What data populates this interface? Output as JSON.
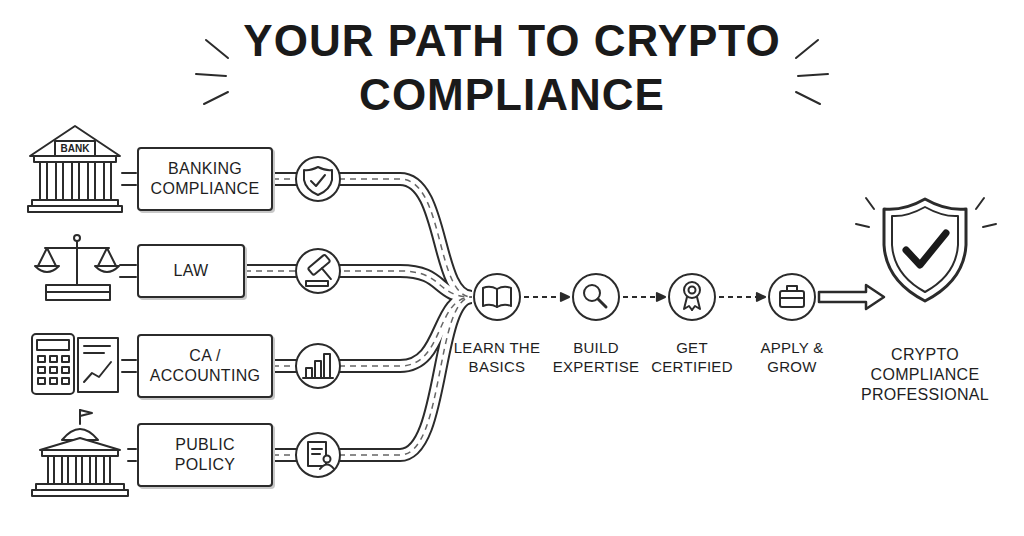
{
  "diagram": {
    "title": "YOUR PATH TO CRYPTO COMPLIANCE",
    "nodes": [
      {
        "text": [
          "BANKING COMPLIANCE"
        ]
      },
      {
        "text": [
          "LAW"
        ]
      },
      {
        "text": [
          "CA / ACCOUNTING"
        ]
      },
      {
        "text": [
          "PUBLIC POLICY"
        ]
      },
      {
        "text": [
          "LEARN THE BASICS"
        ]
      },
      {
        "text": [
          "BUILD EXPERTISE"
        ]
      },
      {
        "text": [
          "GET CERTIFIED"
        ]
      },
      {
        "text": [
          "APPLY & GROW"
        ]
      },
      {
        "text": [
          "CRYPTO COMPLIANCE PROFESSIONAL"
        ]
      }
    ],
    "edges": [
      {
        "from": 0,
        "to": 4,
        "arrow": "none"
      },
      {
        "from": 1,
        "to": 4,
        "arrow": "none"
      },
      {
        "from": 2,
        "to": 4,
        "arrow": "none"
      },
      {
        "from": 3,
        "to": 4,
        "arrow": "none"
      },
      {
        "from": 4,
        "to": 5,
        "arrow": "to"
      },
      {
        "from": 5,
        "to": 6,
        "arrow": "to"
      },
      {
        "from": 6,
        "to": 7,
        "arrow": "to"
      },
      {
        "from": 7,
        "to": 8,
        "arrow": "to"
      }
    ],
    "labels": [
      "BANK"
    ]
  }
}
